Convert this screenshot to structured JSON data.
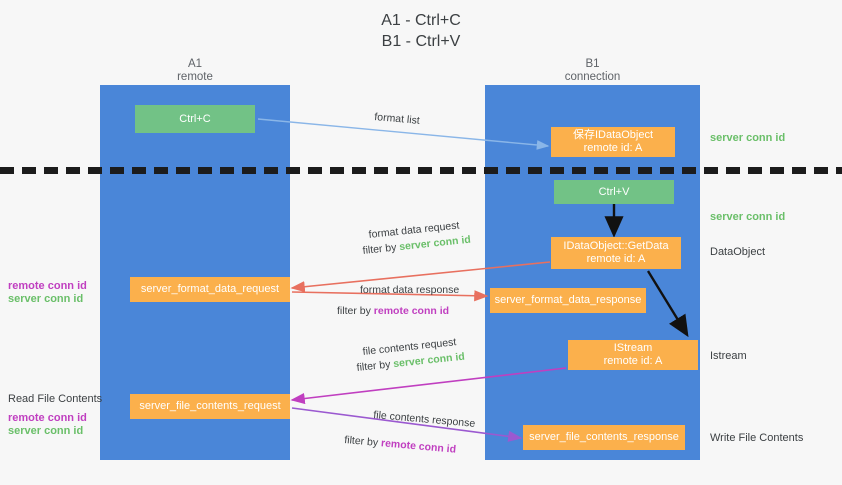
{
  "title": "A1 - Ctrl+C\nB1 - Ctrl+V",
  "lanes": [
    {
      "header": "A1\nremote"
    },
    {
      "header": "B1\nconnection"
    }
  ],
  "boxes": {
    "ctrl_c": "Ctrl+C",
    "ctrl_v": "Ctrl+V",
    "store_idataobject": "保存IDataObject\nremote id: A",
    "idataobject_getdata": "IDataObject::GetData\nremote id: A",
    "istream": "IStream\nremote id: A",
    "server_format_data_request": "server_format_data_request",
    "server_format_data_response": "server_format_data_response",
    "server_file_contents_request": "server_file_contents_request",
    "server_file_contents_response": "server_file_contents_response"
  },
  "edge_labels": {
    "format_list": "format list",
    "format_data_request": "format data request",
    "format_data_request_filter_prefix": "filter by ",
    "format_data_request_filter_key": "server conn id",
    "format_data_response": "format data response",
    "format_data_response_filter_prefix": "filter by ",
    "format_data_response_filter_key": "remote conn id",
    "file_contents_request": "file contents request",
    "file_contents_request_filter_prefix": "filter by ",
    "file_contents_request_filter_key": "server conn id",
    "file_contents_response": "file contents response",
    "file_contents_response_filter_prefix": "filter by ",
    "file_contents_response_filter_key": "remote conn id"
  },
  "side_labels": {
    "right_server_conn_id_top": "server conn id",
    "right_server_conn_id_mid": "server conn id",
    "right_dataobject": "DataObject",
    "right_istream": "Istream",
    "right_write_file_contents": "Write File Contents",
    "left_remote_conn_id_mid": "remote conn id",
    "left_server_conn_id_mid": "server conn id",
    "left_read_file_contents": "Read File Contents",
    "left_remote_conn_id_bottom": "remote conn id",
    "left_server_conn_id_bottom": "server conn id"
  },
  "colors": {
    "lane": "#4a86d8",
    "green_box": "#72c286",
    "orange_box": "#fbb04c",
    "server_conn_id": "#6abf69",
    "remote_conn_id": "#c03fc0",
    "arrow_blue": "#8ab6e8",
    "arrow_red": "#e8705f",
    "arrow_magenta": "#c03fc0",
    "arrow_purple": "#9b59d0",
    "arrow_black": "#1c1c1c",
    "background": "#f7f7f7"
  }
}
